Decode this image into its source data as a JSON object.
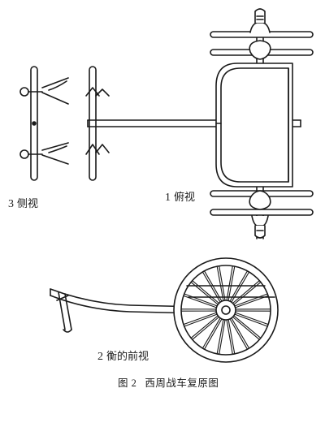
{
  "figure": {
    "caption": {
      "number": "图 2",
      "text": "西周战车复原图"
    },
    "views": [
      {
        "number": "1",
        "label": "俯视"
      },
      {
        "number": "2",
        "label": "衡的前视"
      },
      {
        "number": "3",
        "label": "侧视"
      }
    ],
    "line_color": "#1a1a1a"
  }
}
